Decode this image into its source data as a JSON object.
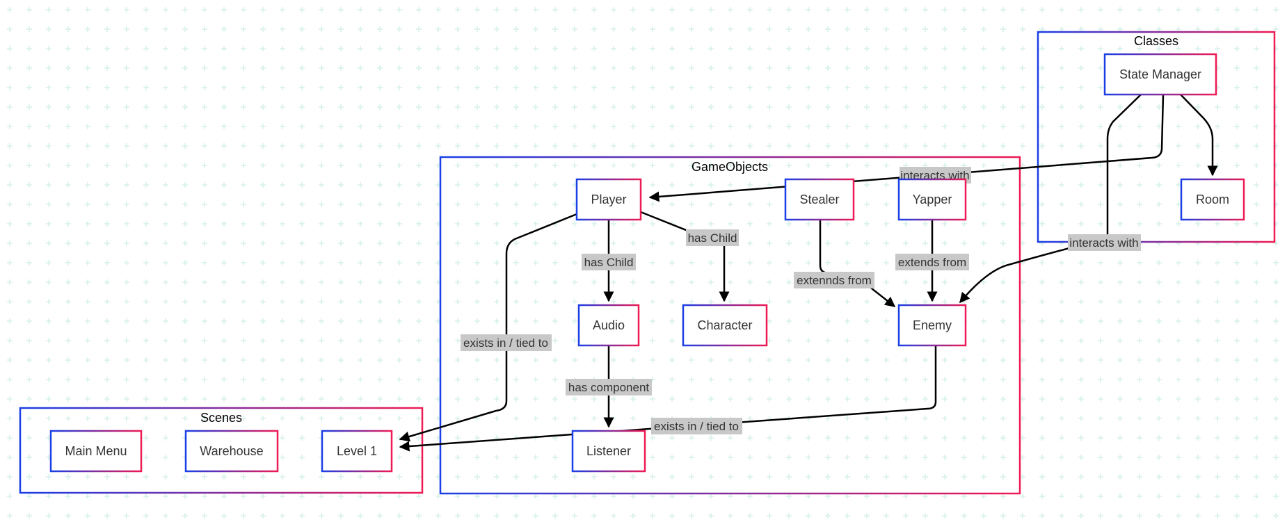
{
  "colors": {
    "border_start": "#1a3fe6",
    "border_end": "#ef1a54",
    "edge": "#000000",
    "edge_label_bg": "#c8c8c8",
    "grid": "#cfeee6"
  },
  "groups": {
    "classes": "Classes",
    "gameobjects": "GameObjects",
    "scenes": "Scenes"
  },
  "nodes": {
    "state_manager": "State Manager",
    "room": "Room",
    "player": "Player",
    "stealer": "Stealer",
    "yapper": "Yapper",
    "audio": "Audio",
    "character": "Character",
    "enemy": "Enemy",
    "listener": "Listener",
    "main_menu": "Main Menu",
    "warehouse": "Warehouse",
    "level1": "Level 1"
  },
  "edge_labels": {
    "interacts_with_player": "interacts with",
    "interacts_with_enemy": "interacts with",
    "has_child_audio": "has Child",
    "has_child_character": "has Child",
    "extends_stealer": "extennds from",
    "extends_yapper": "extends from",
    "exists_player": "exists in / tied to",
    "has_component": "has component",
    "exists_enemy": "exists in / tied to"
  }
}
